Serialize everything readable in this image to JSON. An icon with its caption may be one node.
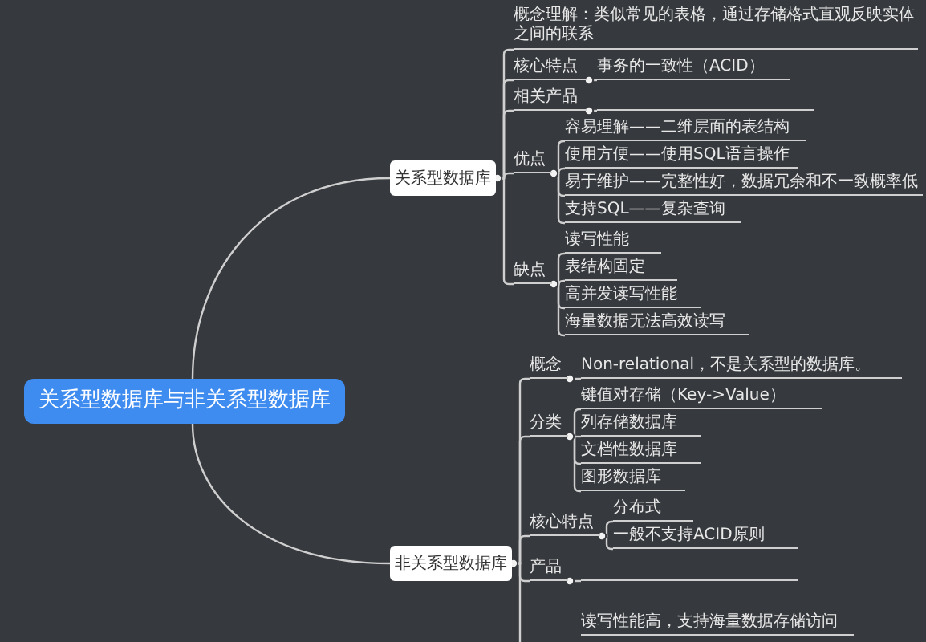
{
  "diagram": {
    "nodes": [
      {
        "text": [
          "关系型数据库与非关系型数据库"
        ]
      },
      {
        "text": [
          "关系型数据库"
        ]
      },
      {
        "text": [
          "概念理解：类似常见的表格，通过存储格式直观反映实体之间的联系"
        ]
      },
      {
        "text": [
          "核心特点"
        ]
      },
      {
        "text": [
          "事务的一致性（ACID）"
        ]
      },
      {
        "text": [
          "相关产品"
        ]
      },
      {
        "text": [],
        "shape": "bar"
      },
      {
        "text": [
          "优点"
        ]
      },
      {
        "text": [
          "容易理解——二维层面的表结构"
        ]
      },
      {
        "text": [
          "使用方便——使用SQL语言操作"
        ]
      },
      {
        "text": [
          "易于维护——完整性好，数据冗余和不一致概率低"
        ]
      },
      {
        "text": [
          "支持SQL——复杂查询"
        ]
      },
      {
        "text": [
          "缺点"
        ]
      },
      {
        "text": [
          "读写性能"
        ]
      },
      {
        "text": [
          "表结构固定"
        ]
      },
      {
        "text": [
          "高并发读写性能"
        ]
      },
      {
        "text": [
          "海量数据无法高效读写"
        ]
      },
      {
        "text": [
          "非关系型数据库"
        ]
      },
      {
        "text": [
          "概念"
        ]
      },
      {
        "text": [
          "Non-relational，不是关系型的数据库。"
        ]
      },
      {
        "text": [
          "分类"
        ]
      },
      {
        "text": [
          "键值对存储（Key->Value）"
        ]
      },
      {
        "text": [
          "列存储数据库"
        ]
      },
      {
        "text": [
          "文档性数据库"
        ]
      },
      {
        "text": [
          "图形数据库"
        ]
      },
      {
        "text": [
          "核心特点"
        ]
      },
      {
        "text": [
          "分布式"
        ]
      },
      {
        "text": [
          "一般不支持ACID原则"
        ]
      },
      {
        "text": [
          "产品"
        ]
      },
      {
        "text": [],
        "shape": "bar"
      },
      {
        "text": [
          "读写性能高，支持海量数据存储访问"
        ]
      }
    ],
    "edges": [
      {
        "from": 0,
        "to": 1,
        "arrow": "none"
      },
      {
        "from": 0,
        "to": 17,
        "arrow": "none"
      },
      {
        "from": 1,
        "to": 2,
        "arrow": "none"
      },
      {
        "from": 1,
        "to": 3,
        "arrow": "none"
      },
      {
        "from": 1,
        "to": 5,
        "arrow": "none"
      },
      {
        "from": 1,
        "to": 7,
        "arrow": "none"
      },
      {
        "from": 1,
        "to": 12,
        "arrow": "none"
      },
      {
        "from": 3,
        "to": 4,
        "arrow": "none"
      },
      {
        "from": 5,
        "to": 6,
        "arrow": "none"
      },
      {
        "from": 7,
        "to": 8,
        "arrow": "none"
      },
      {
        "from": 7,
        "to": 9,
        "arrow": "none"
      },
      {
        "from": 7,
        "to": 10,
        "arrow": "none"
      },
      {
        "from": 7,
        "to": 11,
        "arrow": "none"
      },
      {
        "from": 12,
        "to": 13,
        "arrow": "none"
      },
      {
        "from": 12,
        "to": 14,
        "arrow": "none"
      },
      {
        "from": 12,
        "to": 15,
        "arrow": "none"
      },
      {
        "from": 12,
        "to": 16,
        "arrow": "none"
      },
      {
        "from": 17,
        "to": 18,
        "arrow": "none"
      },
      {
        "from": 17,
        "to": 20,
        "arrow": "none"
      },
      {
        "from": 17,
        "to": 25,
        "arrow": "none"
      },
      {
        "from": 17,
        "to": 28,
        "arrow": "none"
      },
      {
        "from": 17,
        "to": null,
        "arrow": "none"
      },
      {
        "from": 18,
        "to": 19,
        "arrow": "none"
      },
      {
        "from": 20,
        "to": 21,
        "arrow": "none"
      },
      {
        "from": 20,
        "to": 22,
        "arrow": "none"
      },
      {
        "from": 20,
        "to": 23,
        "arrow": "none"
      },
      {
        "from": 20,
        "to": 24,
        "arrow": "none"
      },
      {
        "from": 25,
        "to": 26,
        "arrow": "none"
      },
      {
        "from": 25,
        "to": 27,
        "arrow": "none"
      },
      {
        "from": 28,
        "to": 29,
        "arrow": "none"
      }
    ]
  }
}
